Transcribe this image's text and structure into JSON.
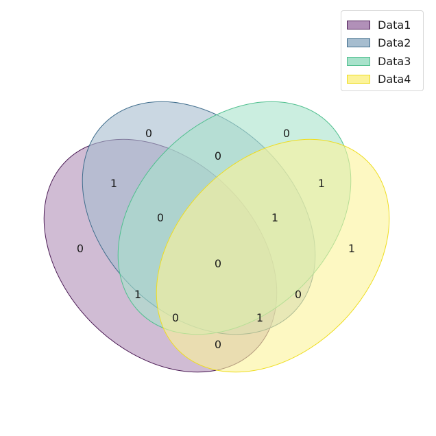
{
  "sets": [
    {
      "name": "Data1",
      "fill": "#b190b8",
      "stroke": "#4b1b55"
    },
    {
      "name": "Data2",
      "fill": "#a6bdcf",
      "stroke": "#3f6d8c"
    },
    {
      "name": "Data3",
      "fill": "#a8e2cb",
      "stroke": "#4fbf8e"
    },
    {
      "name": "Data4",
      "fill": "#fcf39a",
      "stroke": "#eedd20"
    }
  ],
  "regions": [
    {
      "sets": "1000",
      "value": "0"
    },
    {
      "sets": "0100",
      "value": "0"
    },
    {
      "sets": "0010",
      "value": "0"
    },
    {
      "sets": "0001",
      "value": "1"
    },
    {
      "sets": "1100",
      "value": "1"
    },
    {
      "sets": "0110",
      "value": "0"
    },
    {
      "sets": "0011",
      "value": "1"
    },
    {
      "sets": "1010",
      "value": "1"
    },
    {
      "sets": "0101",
      "value": "0"
    },
    {
      "sets": "1001",
      "value": "0"
    },
    {
      "sets": "1110",
      "value": "0"
    },
    {
      "sets": "0111",
      "value": "1"
    },
    {
      "sets": "1101",
      "value": "0"
    },
    {
      "sets": "1011",
      "value": "1"
    },
    {
      "sets": "1111",
      "value": "0"
    }
  ]
}
